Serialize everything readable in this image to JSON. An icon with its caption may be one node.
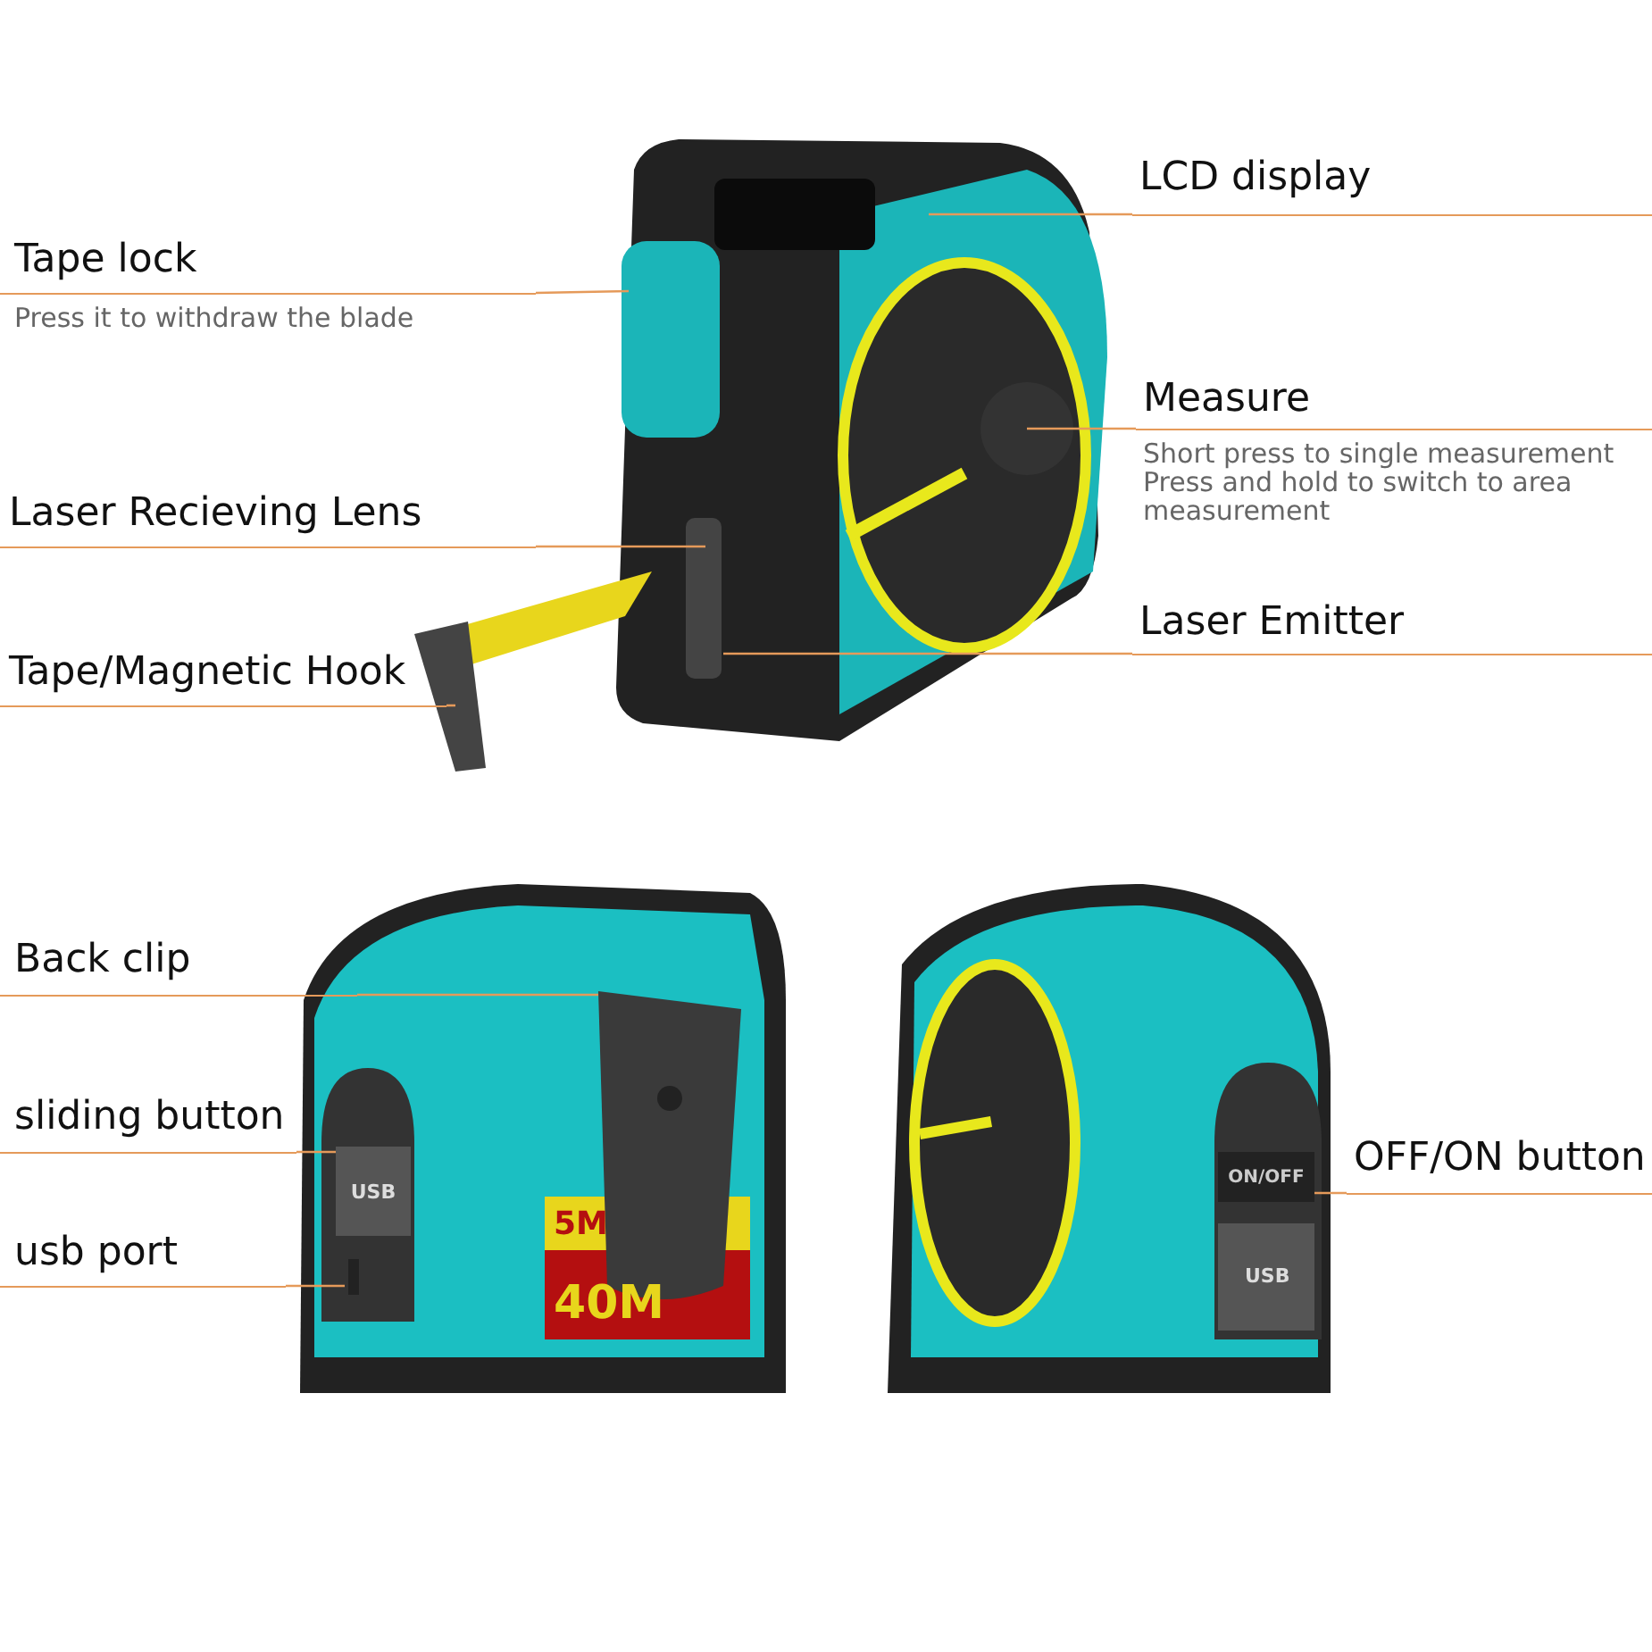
{
  "diagram": {
    "nodes": [
      {
        "text": [
          "LCD display"
        ]
      },
      {
        "text": [
          "Tape lock",
          "Press it to withdraw the blade"
        ]
      },
      {
        "text": [
          "Measure",
          "Short press to single measurement Press and hold to switch to area measurement"
        ]
      },
      {
        "text": [
          "Laser Recieving Lens"
        ]
      },
      {
        "text": [
          "Laser Emitter"
        ]
      },
      {
        "text": [
          "Tape/Magnetic Hook"
        ]
      },
      {
        "text": [
          "Back clip"
        ]
      },
      {
        "text": [
          "sliding button"
        ]
      },
      {
        "text": [
          "OFF/ON button"
        ]
      },
      {
        "text": [
          "usb port"
        ]
      },
      {
        "text": [
          "USB"
        ]
      },
      {
        "text": [
          "ON/OFF"
        ]
      }
    ],
    "edges": [
      {
        "from": 0,
        "to": null,
        "arrow": "none"
      },
      {
        "from": 1,
        "to": null,
        "arrow": "none"
      },
      {
        "from": 2,
        "to": null,
        "arrow": "none"
      },
      {
        "from": 3,
        "to": null,
        "arrow": "none"
      },
      {
        "from": 4,
        "to": null,
        "arrow": "none"
      },
      {
        "from": 5,
        "to": null,
        "arrow": "none"
      },
      {
        "from": 6,
        "to": null,
        "arrow": "none"
      },
      {
        "from": 7,
        "to": 10,
        "arrow": "none"
      },
      {
        "from": 8,
        "to": 11,
        "arrow": "none"
      },
      {
        "from": 9,
        "to": null,
        "arrow": "none"
      }
    ],
    "labels": [
      "5M",
      "40M",
      "USB"
    ]
  }
}
